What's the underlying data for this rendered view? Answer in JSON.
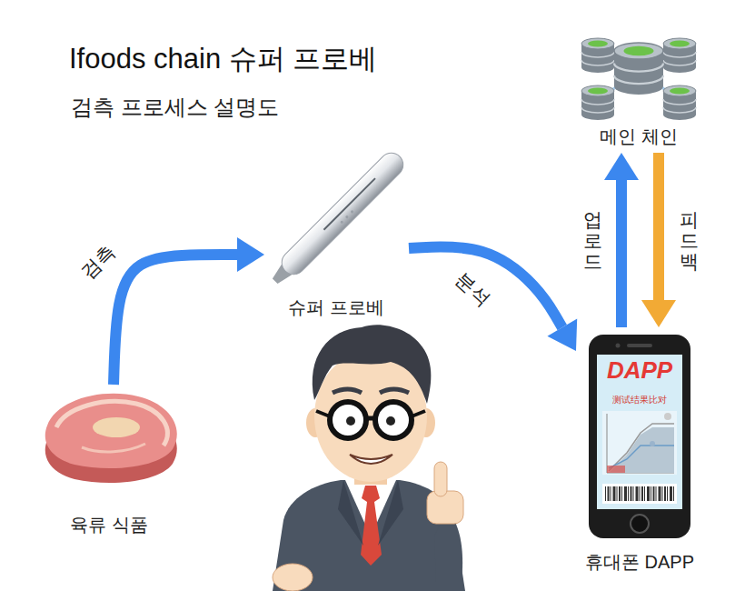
{
  "diagram": {
    "title": "Ifoods chain 슈퍼 프로베",
    "nodes": [
      {
        "text": [
          "육류 식품"
        ]
      },
      {
        "text": [
          "슈퍼 프로베"
        ]
      },
      {
        "text": [
          "휴대폰 DAPP"
        ]
      },
      {
        "text": [
          "메인 체인"
        ]
      }
    ],
    "edges": [
      {
        "from": 0,
        "to": 1,
        "label": "검측",
        "arrow": "to"
      },
      {
        "from": 1,
        "to": 2,
        "label": "분석",
        "arrow": "to"
      },
      {
        "from": 2,
        "to": 3,
        "label": "업로드",
        "arrow": "to"
      },
      {
        "from": 3,
        "to": 2,
        "label": "피드백",
        "arrow": "to"
      }
    ],
    "labels": [
      "검측 프로세스 설명도",
      "DAPP",
      "测试结果比对"
    ]
  }
}
